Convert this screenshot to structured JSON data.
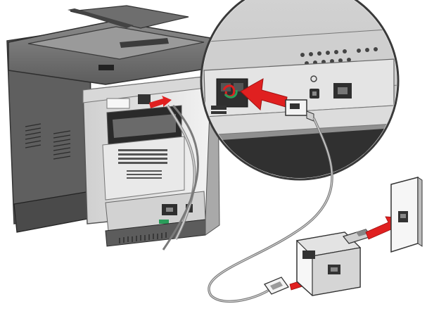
{
  "figure": {
    "colors": {
      "printer_dark": "#5a5a5a",
      "printer_mid": "#7a7a7a",
      "printer_light": "#c9c9c9",
      "printer_body": "#e6e6e6",
      "cable": "#8c8c8c",
      "arrow": "#e02020",
      "background": "#ffffff"
    },
    "icons": {
      "printer": "printer-icon",
      "callout": "magnifier-callout",
      "cable": "phone-cable",
      "splitter": "line-splitter",
      "wall_jack": "wall-jack",
      "arrow": "red-arrow"
    }
  }
}
